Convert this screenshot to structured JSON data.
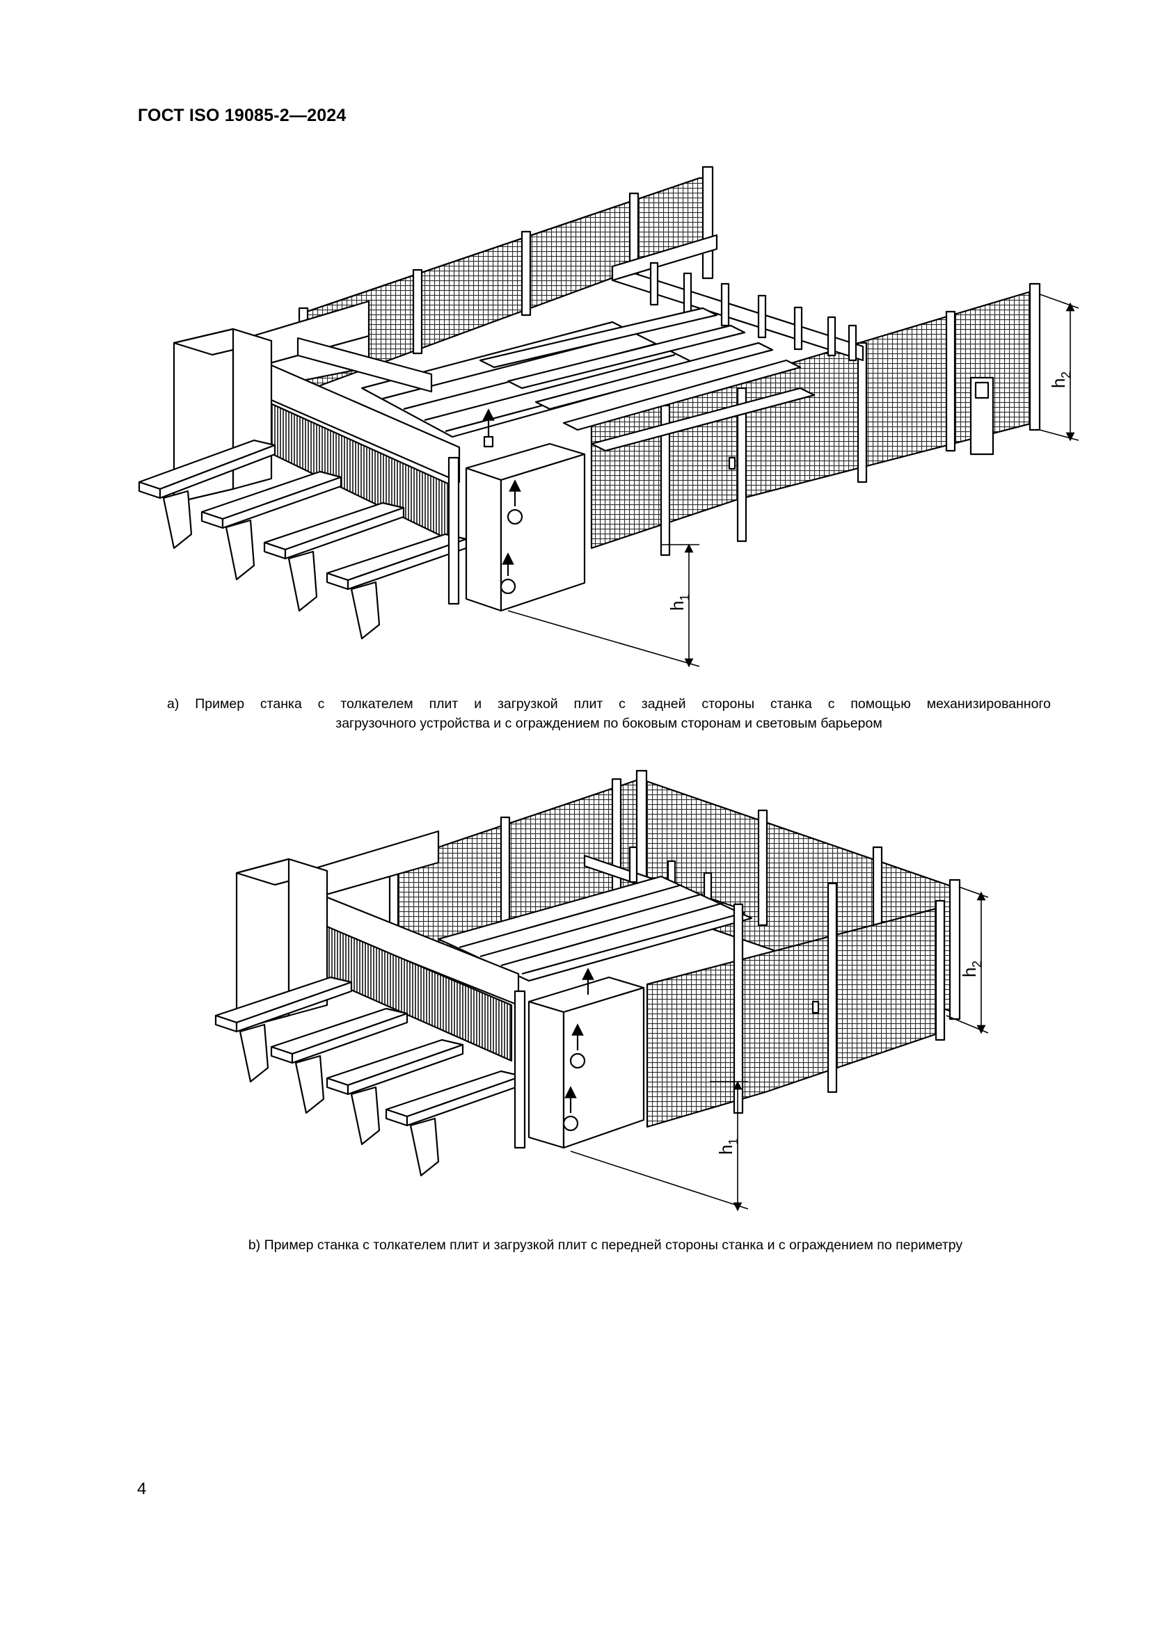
{
  "header": {
    "standard": "ГОСТ ISO 19085-2—2024"
  },
  "figures": [
    {
      "caption_line1": "a) Пример станка с толкателем плит и загрузкой плит с задней стороны станка с помощью механизированного",
      "caption_line2": "загрузочного устройства и с ограждением по боковым сторонам и световым барьером",
      "dimension_labels": {
        "h1": "h",
        "h1_sub": "1",
        "h2": "h",
        "h2_sub": "2"
      }
    },
    {
      "caption": "b) Пример станка с толкателем плит и загрузкой плит с передней стороны станка и с ограждением по периметру",
      "dimension_labels": {
        "h1": "h",
        "h1_sub": "1",
        "h2": "h",
        "h2_sub": "2"
      }
    }
  ],
  "footer": {
    "page_number": "4"
  },
  "colors": {
    "ink": "#000000",
    "paper": "#ffffff",
    "mesh": "#3a3a3a"
  }
}
